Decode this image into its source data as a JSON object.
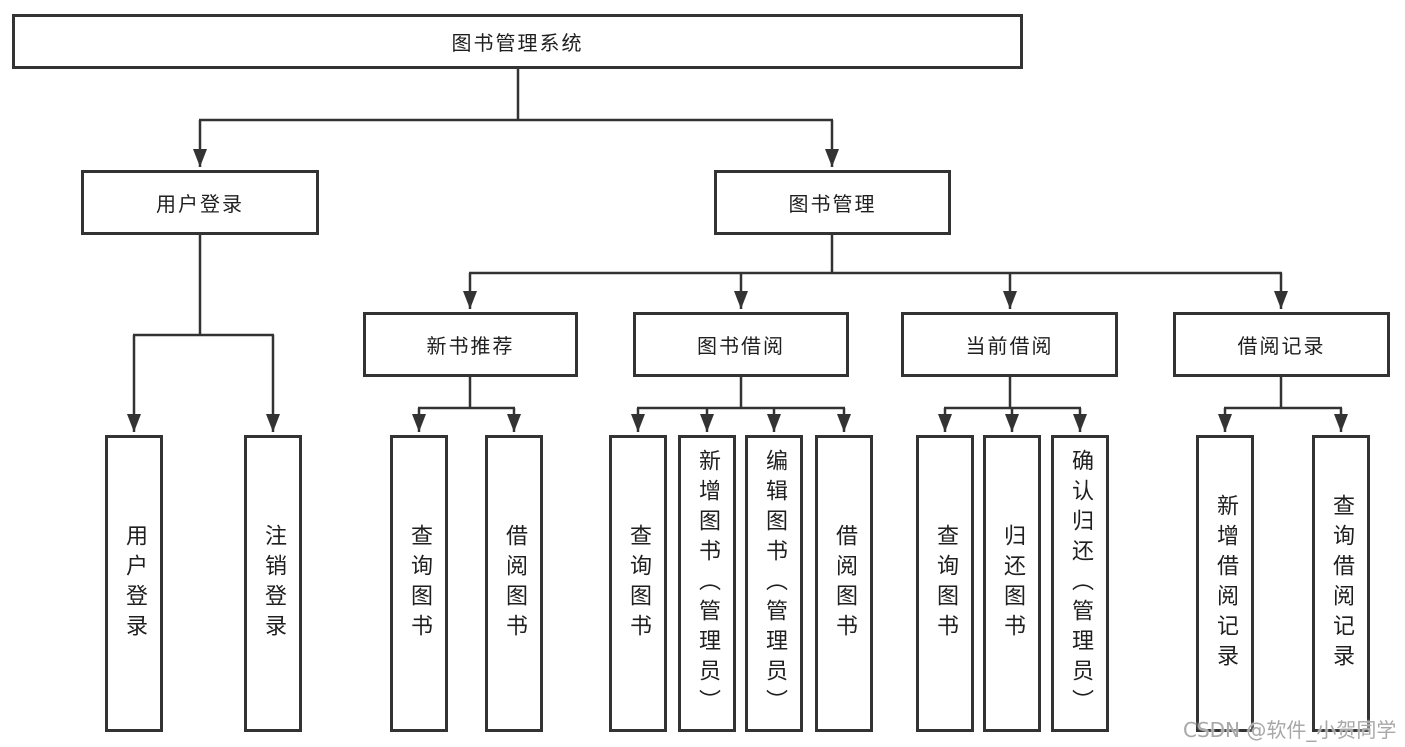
{
  "diagram_title": "图书管理系统",
  "tree": {
    "label": "图书管理系统",
    "children": [
      {
        "label": "用户登录",
        "children": [
          {
            "label": "用户登录"
          },
          {
            "label": "注销登录"
          }
        ]
      },
      {
        "label": "图书管理",
        "children": [
          {
            "label": "新书推荐",
            "children": [
              {
                "label": "查询图书"
              },
              {
                "label": "借阅图书"
              }
            ]
          },
          {
            "label": "图书借阅",
            "children": [
              {
                "label": "查询图书"
              },
              {
                "label": "新增图书（管理员）"
              },
              {
                "label": "编辑图书（管理员）"
              },
              {
                "label": "借阅图书"
              }
            ]
          },
          {
            "label": "当前借阅",
            "children": [
              {
                "label": "查询图书"
              },
              {
                "label": "归还图书"
              },
              {
                "label": "确认归还（管理员）"
              }
            ]
          },
          {
            "label": "借阅记录",
            "children": [
              {
                "label": "新增借阅记录"
              },
              {
                "label": "查询借阅记录"
              }
            ]
          }
        ]
      }
    ]
  },
  "watermark": "CSDN @软件_小贺同学",
  "colors": {
    "line": "#333333",
    "box_border": "#333333",
    "text": "#1f1f1f",
    "background": "#ffffff",
    "watermark": "#a8a8a8"
  }
}
